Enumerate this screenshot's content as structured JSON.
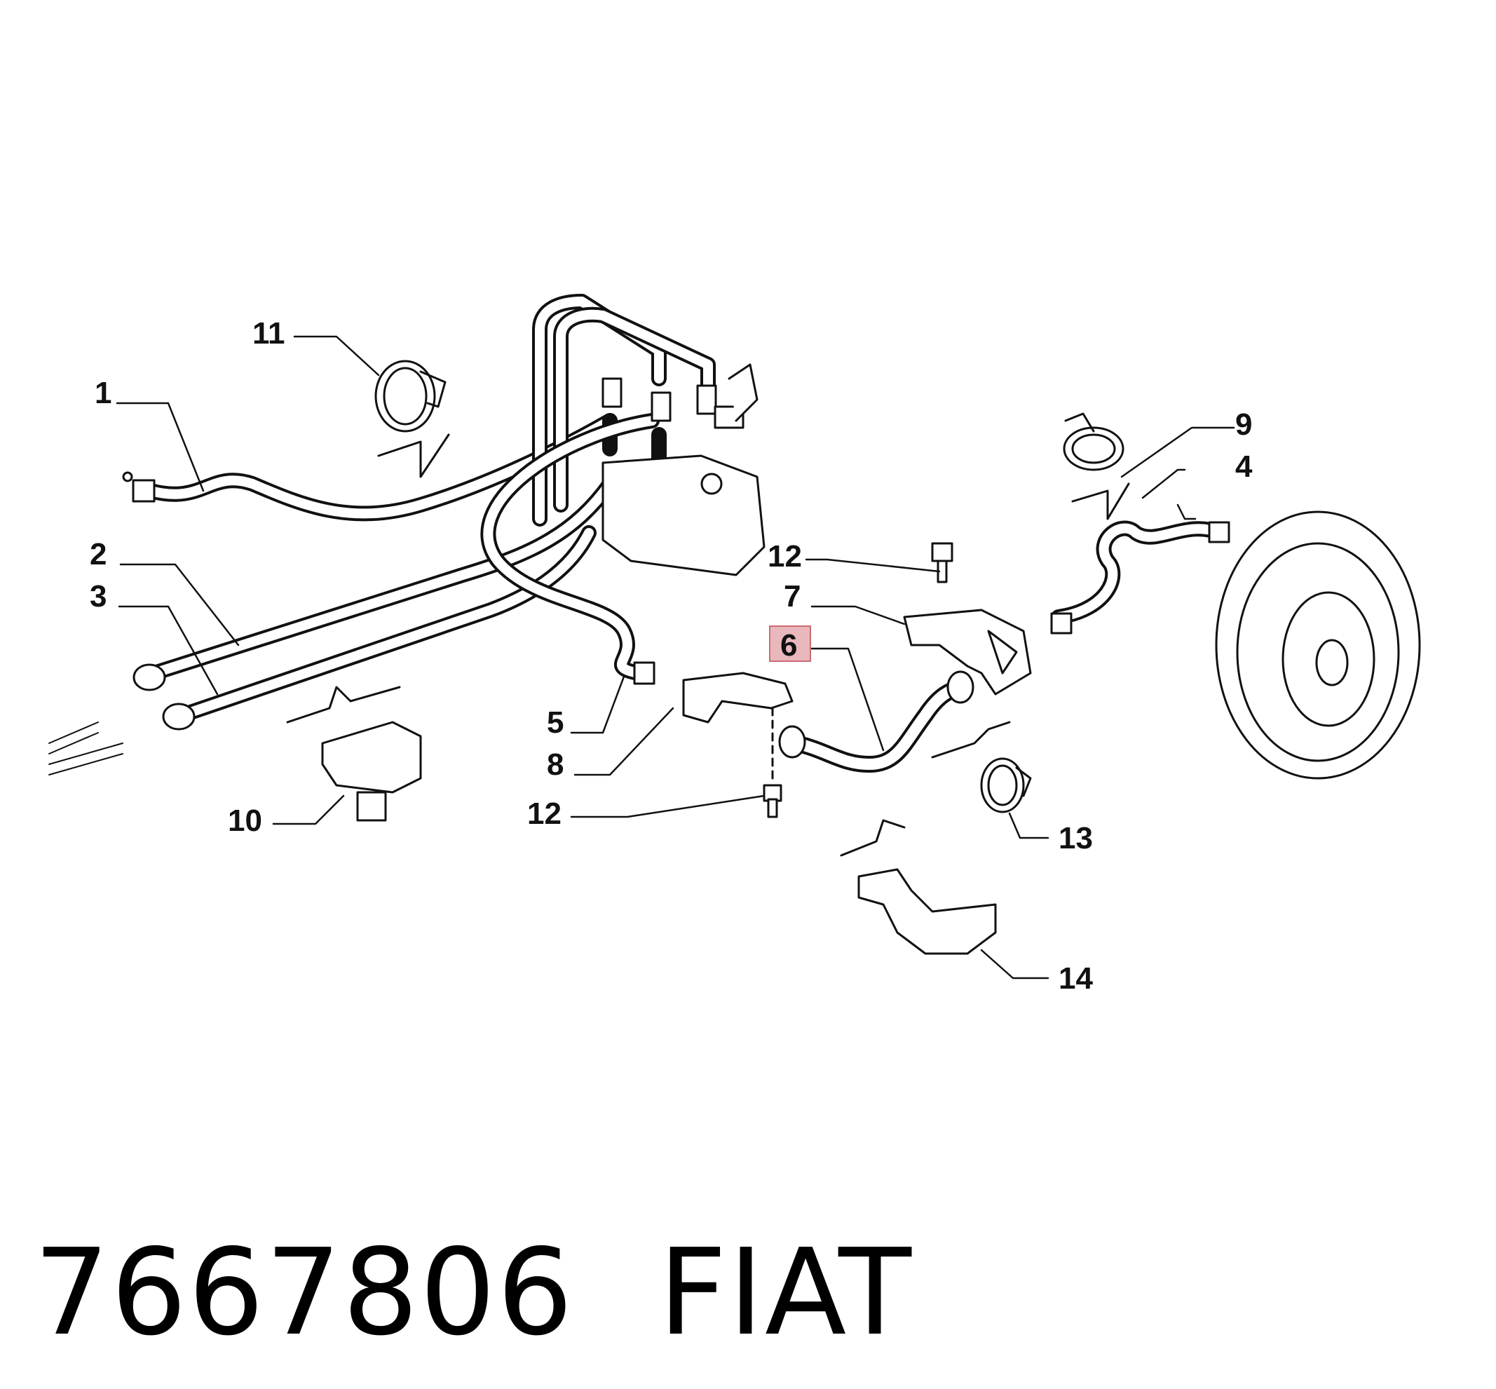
{
  "diagram": {
    "callouts": {
      "c1": "1",
      "c2": "2",
      "c3": "3",
      "c4": "4",
      "c5": "5",
      "c6": "6",
      "c7": "7",
      "c8": "8",
      "c9": "9",
      "c10": "10",
      "c11": "11",
      "c12a": "12",
      "c12b": "12",
      "c13": "13",
      "c14": "14"
    },
    "highlighted_callout": "6",
    "highlight_color": "#e8b8bc"
  },
  "footer": {
    "part_number": "7667806",
    "brand": "FIAT"
  }
}
